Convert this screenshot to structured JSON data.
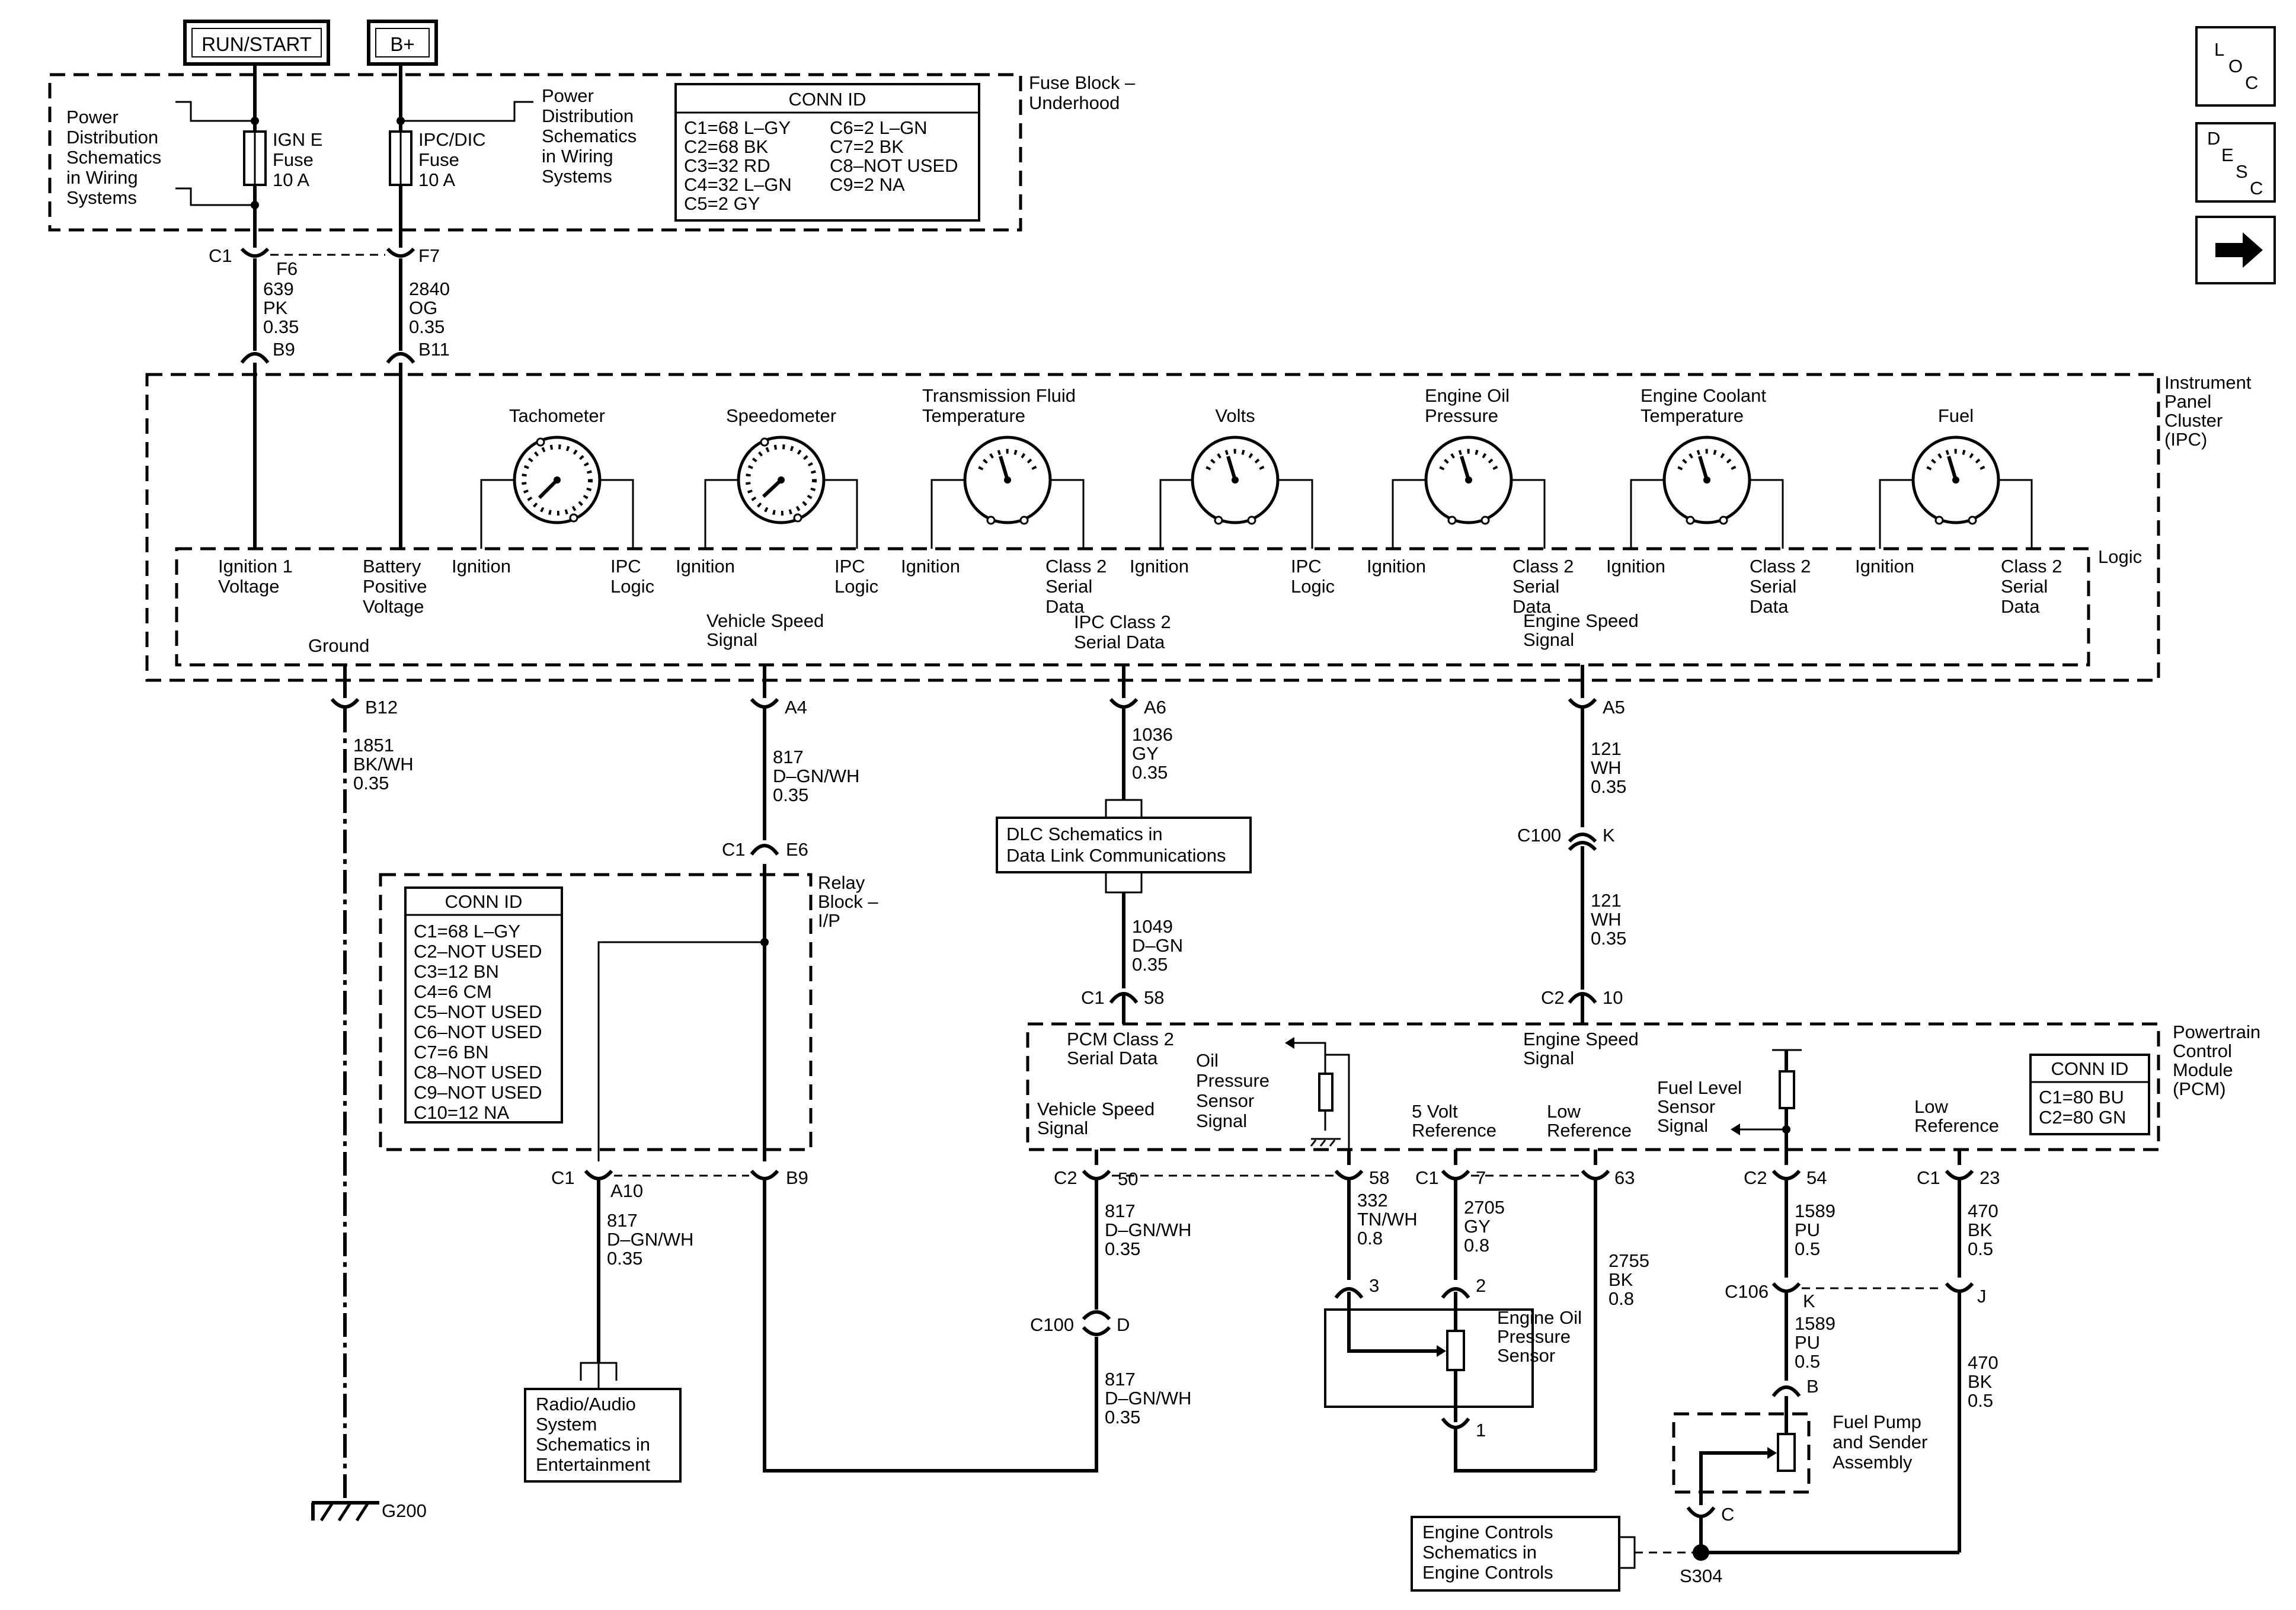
{
  "sources": {
    "run_start": "RUN/START",
    "b_plus": "B+"
  },
  "nav": {
    "loc": [
      "L",
      "O",
      "C"
    ],
    "desc": [
      "D",
      "E",
      "S",
      "C"
    ]
  },
  "fuse_block": {
    "title_1": "Fuse Block –",
    "title_2": "Underhood",
    "pd_left": [
      "Power",
      "Distribution",
      "Schematics",
      "in Wiring",
      "Systems"
    ],
    "pd_right": [
      "Power",
      "Distribution",
      "Schematics",
      "in Wiring",
      "Systems"
    ],
    "fuse1": [
      "IGN E",
      "Fuse",
      "10 A"
    ],
    "fuse2": [
      "IPC/DIC",
      "Fuse",
      "10 A"
    ],
    "conn_id_title": "CONN ID",
    "conn_left": [
      "C1=68 L–GY",
      "C2=68 BK",
      "C3=32 RD",
      "C4=32 L–GN",
      "C5=2 GY"
    ],
    "conn_right": [
      "C6=2 L–GN",
      "C7=2 BK",
      "C8–NOT USED",
      "C9=2 NA"
    ]
  },
  "top_wires": {
    "c1": "C1",
    "f6": "F6",
    "f7": "F7",
    "w639": [
      "639",
      "PK",
      "0.35"
    ],
    "w2840": [
      "2840",
      "OG",
      "0.35"
    ],
    "b9": "B9",
    "b11": "B11"
  },
  "ipc": {
    "title": [
      "Instrument",
      "Panel",
      "Cluster",
      "(IPC)"
    ],
    "logic": "Logic",
    "gauges": [
      {
        "name": [
          "Tachometer"
        ],
        "left": [
          "Ignition"
        ],
        "right": [
          "IPC",
          "Logic"
        ]
      },
      {
        "name": [
          "Speedometer"
        ],
        "left": [
          "Ignition"
        ],
        "right": [
          "IPC",
          "Logic"
        ]
      },
      {
        "name": [
          "Transmission Fluid",
          "Temperature"
        ],
        "left": [
          "Ignition"
        ],
        "right": [
          "Class 2",
          "Serial",
          "Data"
        ]
      },
      {
        "name": [
          "Volts"
        ],
        "left": [
          "Ignition"
        ],
        "right": [
          "IPC",
          "Logic"
        ]
      },
      {
        "name": [
          "Engine Oil",
          "Pressure"
        ],
        "left": [
          "Ignition"
        ],
        "right": [
          "Class 2",
          "Serial",
          "Data"
        ]
      },
      {
        "name": [
          "Engine Coolant",
          "Temperature"
        ],
        "left": [
          "Ignition"
        ],
        "right": [
          "Class 2",
          "Serial",
          "Data"
        ]
      },
      {
        "name": [
          "Fuel"
        ],
        "left": [
          "Ignition"
        ],
        "right": [
          "Class 2",
          "Serial",
          "Data"
        ]
      }
    ],
    "ign1": [
      "Ignition 1",
      "Voltage"
    ],
    "batt": [
      "Battery",
      "Positive",
      "Voltage"
    ],
    "ground": "Ground",
    "vss": [
      "Vehicle Speed",
      "Signal"
    ],
    "ipc_c2": [
      "IPC Class 2",
      "Serial Data"
    ],
    "ess": [
      "Engine Speed",
      "Signal"
    ]
  },
  "ipc_pins": {
    "b12": "B12",
    "a4": "A4",
    "a6": "A6",
    "a5": "A5"
  },
  "wire_labels": {
    "w1851": [
      "1851",
      "BK/WH",
      "0.35"
    ],
    "w817a": [
      "817",
      "D–GN/WH",
      "0.35"
    ],
    "w1036": [
      "1036",
      "GY",
      "0.35"
    ],
    "w121a": [
      "121",
      "WH",
      "0.35"
    ],
    "w121b": [
      "121",
      "WH",
      "0.35"
    ],
    "w1049": [
      "1049",
      "D–GN",
      "0.35"
    ],
    "w817b": [
      "817",
      "D–GN/WH",
      "0.35"
    ],
    "w817c": [
      "817",
      "D–GN/WH",
      "0.35"
    ],
    "w817d": [
      "817",
      "D–GN/WH",
      "0.35"
    ],
    "w332": [
      "332",
      "TN/WH",
      "0.8"
    ],
    "w2705": [
      "2705",
      "GY",
      "0.8"
    ],
    "w2755": [
      "2755",
      "BK",
      "0.8"
    ],
    "w1589a": [
      "1589",
      "PU",
      "0.5"
    ],
    "w1589b": [
      "1589",
      "PU",
      "0.5"
    ],
    "w470a": [
      "470",
      "BK",
      "0.5"
    ],
    "w470b": [
      "470",
      "BK",
      "0.5"
    ]
  },
  "connectors": {
    "c1_e6": [
      "C1",
      "E6"
    ],
    "c100_k": [
      "C100",
      "K"
    ],
    "c1_58": [
      "C1",
      "58"
    ],
    "c2_10": [
      "C2",
      "10"
    ],
    "c1_a10": [
      "C1",
      "A10"
    ],
    "b9": "B9",
    "c2_50": [
      "C2",
      "50"
    ],
    "p58": "58",
    "c1_7": [
      "C1",
      "7"
    ],
    "p63": "63",
    "c2_54": [
      "C2",
      "54"
    ],
    "c1_23": [
      "C1",
      "23"
    ],
    "p3": "3",
    "p2": "2",
    "p1": "1",
    "c100_d": [
      "C100",
      "D"
    ],
    "c106": [
      "C106",
      "K",
      "J"
    ],
    "pb": "B",
    "pc": "C",
    "g200": "G200",
    "s304": "S304"
  },
  "relay_block": {
    "title": [
      "Relay",
      "Block –",
      "I/P"
    ],
    "conn_id_title": "CONN ID",
    "conn": [
      "C1=68 L–GY",
      "C2–NOT USED",
      "C3=12 BN",
      "C4=6 CM",
      "C5–NOT USED",
      "C6–NOT USED",
      "C7=6 BN",
      "C8–NOT USED",
      "C9–NOT USED",
      "C10=12 NA"
    ]
  },
  "dlc": [
    "DLC Schematics in",
    "Data Link Communications"
  ],
  "pcm": {
    "title": [
      "Powertrain",
      "Control",
      "Module",
      "(PCM)"
    ],
    "pcm_c2": [
      "PCM Class 2",
      "Serial Data"
    ],
    "oil_sig": [
      "Oil",
      "Pressure",
      "Sensor",
      "Signal"
    ],
    "ess": [
      "Engine Speed",
      "Signal"
    ],
    "vss": [
      "Vehicle Speed",
      "Signal"
    ],
    "ref5": [
      "5 Volt",
      "Reference"
    ],
    "low_ref1": [
      "Low",
      "Reference"
    ],
    "fuel_sig": [
      "Fuel Level",
      "Sensor",
      "Signal"
    ],
    "low_ref2": [
      "Low",
      "Reference"
    ],
    "conn_id_title": "CONN ID",
    "conn": [
      "C1=80 BU",
      "C2=80 GN"
    ]
  },
  "radio": [
    "Radio/Audio",
    "System",
    "Schematics in",
    "Entertainment"
  ],
  "oil_sensor": [
    "Engine Oil",
    "Pressure",
    "Sensor"
  ],
  "fuel_pump": [
    "Fuel Pump",
    "and Sender",
    "Assembly"
  ],
  "engine_ctrl": [
    "Engine Controls",
    "Schematics in",
    "Engine Controls"
  ]
}
